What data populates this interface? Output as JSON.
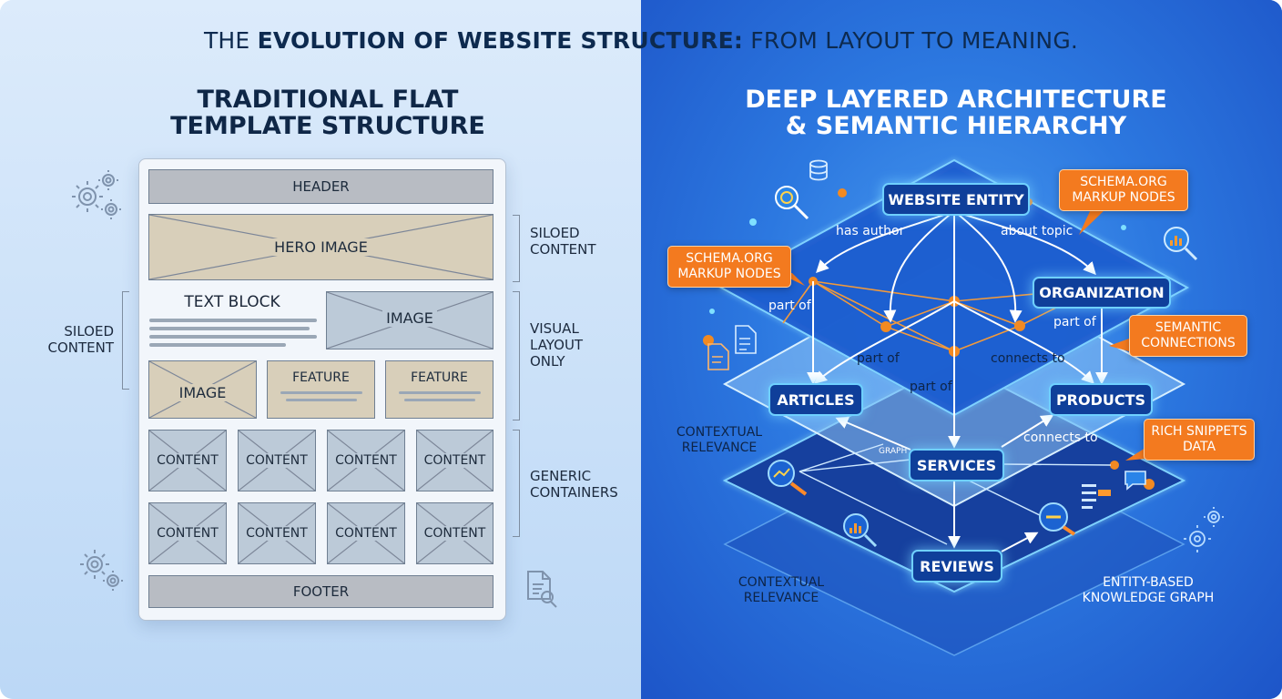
{
  "title": {
    "part1": "THE ",
    "part2": "EVOLUTION OF WEBSITE STRUCTURE:",
    "part3": " FROM LAYOUT TO MEANING."
  },
  "left": {
    "title_line1": "TRADITIONAL FLAT",
    "title_line2": "TEMPLATE STRUCTURE",
    "blocks": {
      "header": "HEADER",
      "hero": "HERO IMAGE",
      "text_block": "TEXT BLOCK",
      "image_right": "IMAGE",
      "image_left": "IMAGE",
      "feature1": "FEATURE",
      "feature2": "FEATURE",
      "content": [
        "CONTENT",
        "CONTENT",
        "CONTENT",
        "CONTENT",
        "CONTENT",
        "CONTENT",
        "CONTENT",
        "CONTENT"
      ],
      "footer": "FOOTER"
    },
    "side_labels": {
      "siloed_right_l1": "SILOED",
      "siloed_right_l2": "CONTENT",
      "siloed_left_l1": "SILOED",
      "siloed_left_l2": "CONTENT",
      "visual_l1": "VISUAL",
      "visual_l2": "LAYOUT",
      "visual_l3": "ONLY",
      "generic_l1": "GENERIC",
      "generic_l2": "CONTAINERS"
    },
    "colors": {
      "header": "#b8bcc3",
      "tan": "#d8cfba",
      "blue": "#bccad8"
    }
  },
  "right": {
    "title_line1": "DEEP LAYERED ARCHITECTURE",
    "title_line2": "& SEMANTIC HIERARCHY",
    "nodes": {
      "website_entity": "WEBSITE ENTITY",
      "organization": "ORGANIZATION",
      "articles": "ARTICLES",
      "products": "PRODUCTS",
      "services": "SERVICES",
      "reviews": "REVIEWS"
    },
    "edge_labels": {
      "has_author": "has author",
      "about_topic": "about topic",
      "part_of_1": "part of",
      "part_of_2": "part of",
      "part_of_3": "part of",
      "part_of_4": "part of",
      "connects_to_1": "connects to",
      "connects_to_2": "connects to",
      "graph": "GRAPH"
    },
    "callouts": {
      "schema_top_l1": "SCHEMA.ORG",
      "schema_top_l2": "MARKUP NODES",
      "schema_left_l1": "SCHEMA.ORG",
      "schema_left_l2": "MARKUP NODES",
      "semantic_l1": "SEMANTIC",
      "semantic_l2": "CONNECTIONS",
      "rich_l1": "RICH SNIPPETS",
      "rich_l2": "DATA"
    },
    "context_labels": {
      "ctx1_l1": "CONTEXTUAL",
      "ctx1_l2": "RELEVANCE",
      "ctx2_l1": "CONTEXTUAL",
      "ctx2_l2": "RELEVANCE",
      "kg_l1": "ENTITY-BASED",
      "kg_l2": "KNOWLEDGE GRAPH"
    },
    "colors": {
      "accent": "#f37a1f",
      "node_fill": "#0f3f9a",
      "node_glow": "#6fd0ff"
    }
  }
}
